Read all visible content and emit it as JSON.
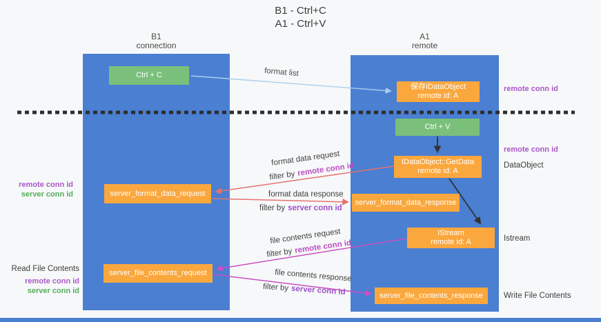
{
  "colors": {
    "lane_blue": "#4a7fd2",
    "box_green": "#7ac07b",
    "box_orange": "#faa73d",
    "arrow_blue": "#a8cfee",
    "arrow_red": "#e4726e",
    "arrow_magenta": "#c94fc3",
    "arrow_black": "#333333",
    "label_purple": "#aa58c8",
    "label_green": "#55ae5c",
    "highlight_magenta": "#be4ec2",
    "highlight_purple": "#9d50c8",
    "divider_black": "#2e2e2e"
  },
  "title": {
    "line1": "B1 - Ctrl+C",
    "line2": "A1 - Ctrl+V"
  },
  "lanes": {
    "left": {
      "title": "B1",
      "subtitle": "connection"
    },
    "right": {
      "title": "A1",
      "subtitle": "remote"
    }
  },
  "nodes": {
    "ctrl_c": {
      "label": "Ctrl + C"
    },
    "save_dataobject": {
      "line1": "保存IDataObject",
      "line2": "remote id: A"
    },
    "ctrl_v": {
      "label": "Ctrl + V"
    },
    "getdata": {
      "line1": "IDataObject::GetData",
      "line2": "remote id: A"
    },
    "format_request": {
      "label": "server_format_data_request"
    },
    "format_response": {
      "label": "server_format_data_response"
    },
    "istream": {
      "line1": "IStream",
      "line2": "remote id: A"
    },
    "file_request": {
      "label": "server_file_contents_request"
    },
    "file_response": {
      "label": "server_file_contents_response"
    }
  },
  "edges": {
    "format_list": {
      "label": "format list"
    },
    "format_request": {
      "line1": "format data request",
      "filter": "filter by",
      "hl": "remote conn id"
    },
    "format_response": {
      "line1": "format data response",
      "filter": "filter by",
      "hl": "server conn id"
    },
    "file_request": {
      "line1": "file contents request",
      "filter": "filter by",
      "hl": "remote conn id"
    },
    "file_response": {
      "line1": "file contents response",
      "filter": "filter by",
      "hl": "server conn id"
    }
  },
  "side_labels": {
    "right_remote_1": "remote conn id",
    "right_remote_2": "remote conn id",
    "dataobject": "DataObject",
    "istream": "Istream",
    "write_file": "Write File Contents",
    "left_remote_1": "remote conn id",
    "left_server_1": "server conn id",
    "read_file": "Read File Contents",
    "left_remote_2": "remote conn id",
    "left_server_2": "server conn id"
  }
}
